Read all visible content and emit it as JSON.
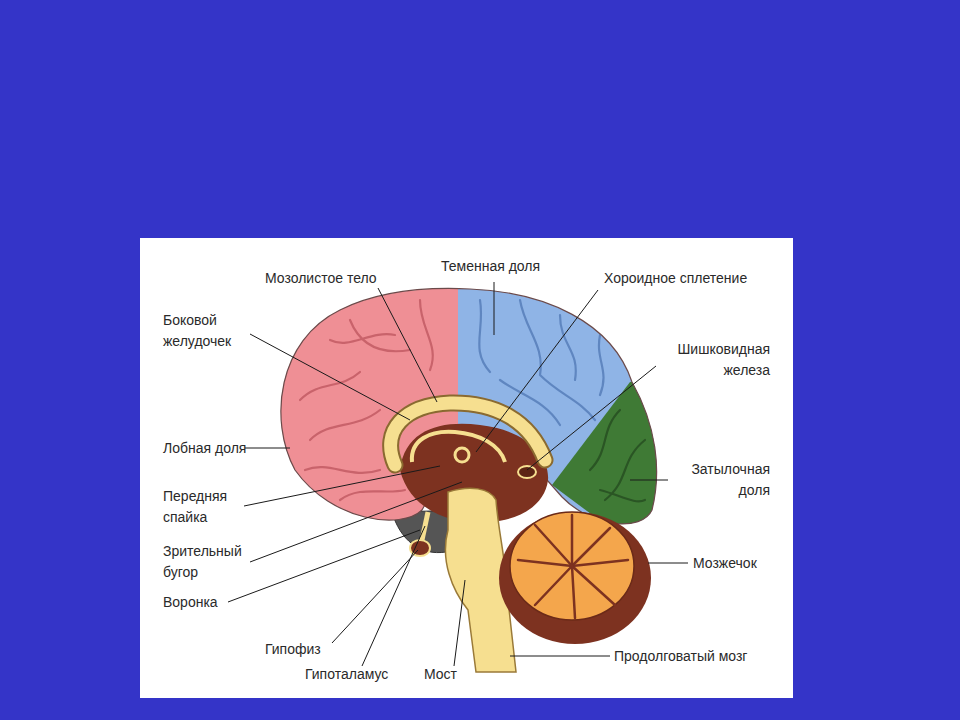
{
  "diagram": {
    "labels": [
      "Мозолистое тело",
      "Теменная доля",
      "Хороидное сплетение",
      "Боковой желудочек",
      "Шишковидная железа",
      "Лобная доля",
      "Затылочная доля",
      "Передняя спайка",
      "Зрительный бугор",
      "Мозжечок",
      "Воронка",
      "Гипофиз",
      "Гипоталамус",
      "Мост",
      "Продолговатый мозг"
    ]
  }
}
